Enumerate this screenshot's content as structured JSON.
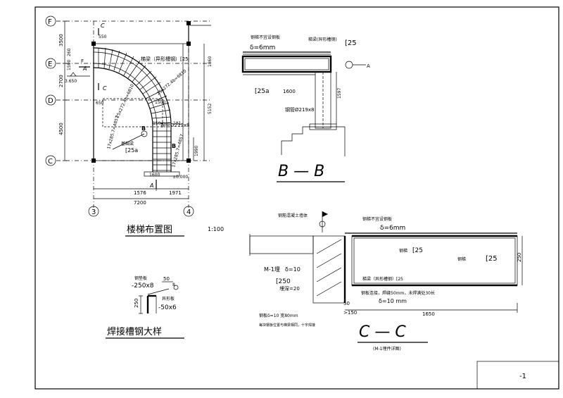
{
  "plan": {
    "axes": [
      "F",
      "E",
      "D",
      "C",
      "3",
      "4"
    ],
    "dims_left": [
      "3500",
      "2700",
      "4500",
      "1500",
      "260",
      "500"
    ],
    "dims_bottom": [
      "1576",
      "1971",
      "7200"
    ],
    "dims_inner": [
      "550",
      "1600",
      "1600",
      "1500",
      "1504",
      "181",
      "1990",
      "5152",
      "1860",
      "650",
      "3"
    ],
    "level": "±0.000",
    "elev_left": "3.650",
    "section_marks": [
      "C",
      "C",
      "A",
      "A",
      "F",
      "B",
      "B"
    ],
    "labels": {
      "channel_beam": "梯梁（异形槽钢）[25",
      "tube_col": "钢管Ø219x8",
      "channel_small": "[25a",
      "treads_1": "25x272.4b=6810",
      "treads_2": "25x272.4b=6810",
      "treads_3": "17x285.7=4857",
      "treads_4": "17x285.7=4857",
      "bottom_beam": "基础梁"
    },
    "title": "楼梯布置图",
    "scale": "1:100"
  },
  "section_bb": {
    "label_top": "梯梁(异形槽钢)",
    "label_top2": "钢梯不宜设钢板",
    "delta": "δ=6mm",
    "channel": "[25",
    "channel_small": "[25a",
    "tube": "钢管Ø219x8",
    "dim_1600": "1600",
    "dim_1597": "1597",
    "axis": "A",
    "title": "B — B"
  },
  "section_cc": {
    "label_wall": "钢筋混凝土墙体",
    "label_top": "钢梯不宜设钢板",
    "delta_top": "δ=6mm",
    "channel_mid": "[25",
    "channel_right": "[25",
    "label_right": "钢梯",
    "label_mid": "钢梯",
    "embed": "M-1埋",
    "embed_delta": "δ=10",
    "bolt": "[250",
    "bolt2": "埋深=20",
    "channel_note": "梯梁（异形槽钢）[25",
    "weld_note": "钢板连接，焊缝50mm，未焊满处30长",
    "weld_delta": "δ=10 mm",
    "plate_note": "钢板δ=10 宽80mm",
    "plate_note2": "每块钢板位置与梯梁相同，十字焊接",
    "dim_150": ">150",
    "dim_50": "50",
    "dim_1650": "1650",
    "dim_250": "250",
    "title": "C — C",
    "subtitle": "(M-1埋件详图)"
  },
  "detail": {
    "label_1": "钢垫板",
    "label_2": "-250x8",
    "label_3": "异形板",
    "label_4": "-50x6",
    "dim_250": "250",
    "dim_50": "50",
    "dim_8": "8",
    "title": "焊接槽钢大样"
  },
  "title_block": {
    "mark": "-1"
  }
}
